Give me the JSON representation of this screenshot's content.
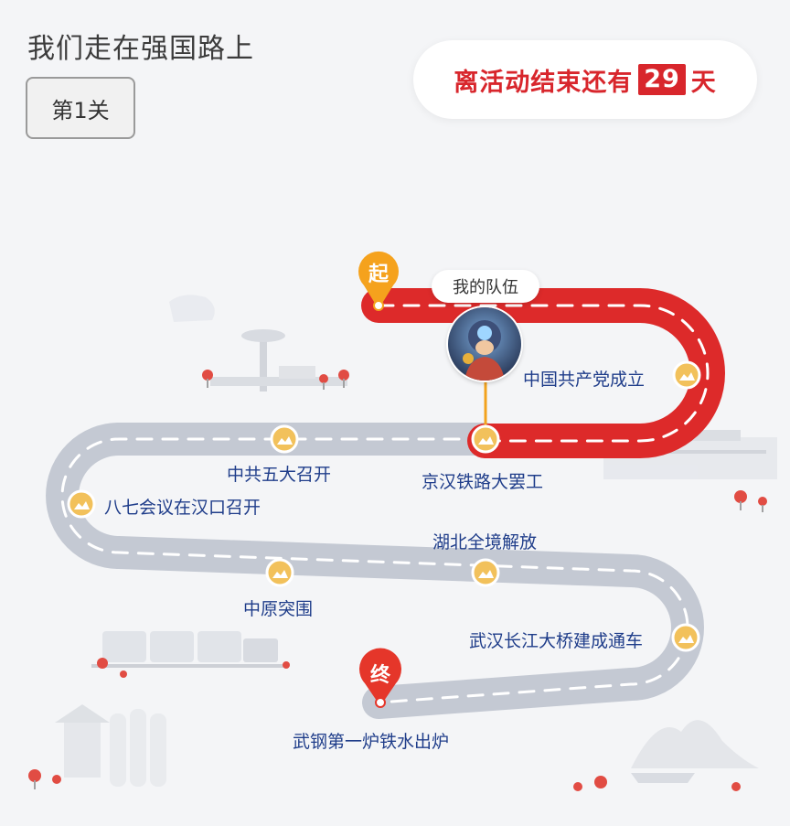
{
  "header": {
    "title": "我们走在强国路上",
    "level_label": "第1关"
  },
  "countdown": {
    "prefix": "离活动结束还有",
    "days": "29",
    "suffix": "天"
  },
  "route": {
    "start_label": "起",
    "end_label": "终",
    "team_label": "我的队伍",
    "milestones": [
      "中国共产党成立",
      "京汉铁路大罢工",
      "中共五大召开",
      "八七会议在汉口召开",
      "湖北全境解放",
      "中原突围",
      "武汉长江大桥建成通车",
      "武钢第一炉铁水出炉"
    ]
  },
  "colors": {
    "progress": "#dd2a2a",
    "road": "#c4c9d3",
    "milestone": "#f2c15b",
    "start_pin": "#f5a21d",
    "end_pin": "#e5362a",
    "label": "#1f3d8a"
  }
}
